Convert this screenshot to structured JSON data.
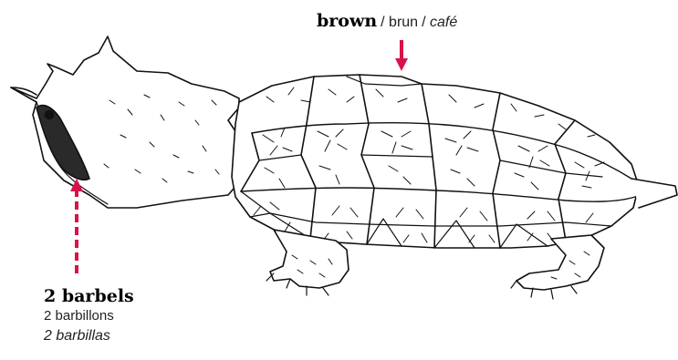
{
  "labels": {
    "brown": {
      "en": "brown",
      "fr": "brun",
      "es": "café",
      "sep": "/"
    },
    "barbels": {
      "en": "2 barbels",
      "fr": "2 barbillons",
      "es": "2 barbillas"
    }
  },
  "colors": {
    "arrow": "#d8124a",
    "outline": "#111111",
    "background": "#ffffff"
  },
  "illustration": {
    "subject": "alligator snapping turtle line drawing"
  }
}
